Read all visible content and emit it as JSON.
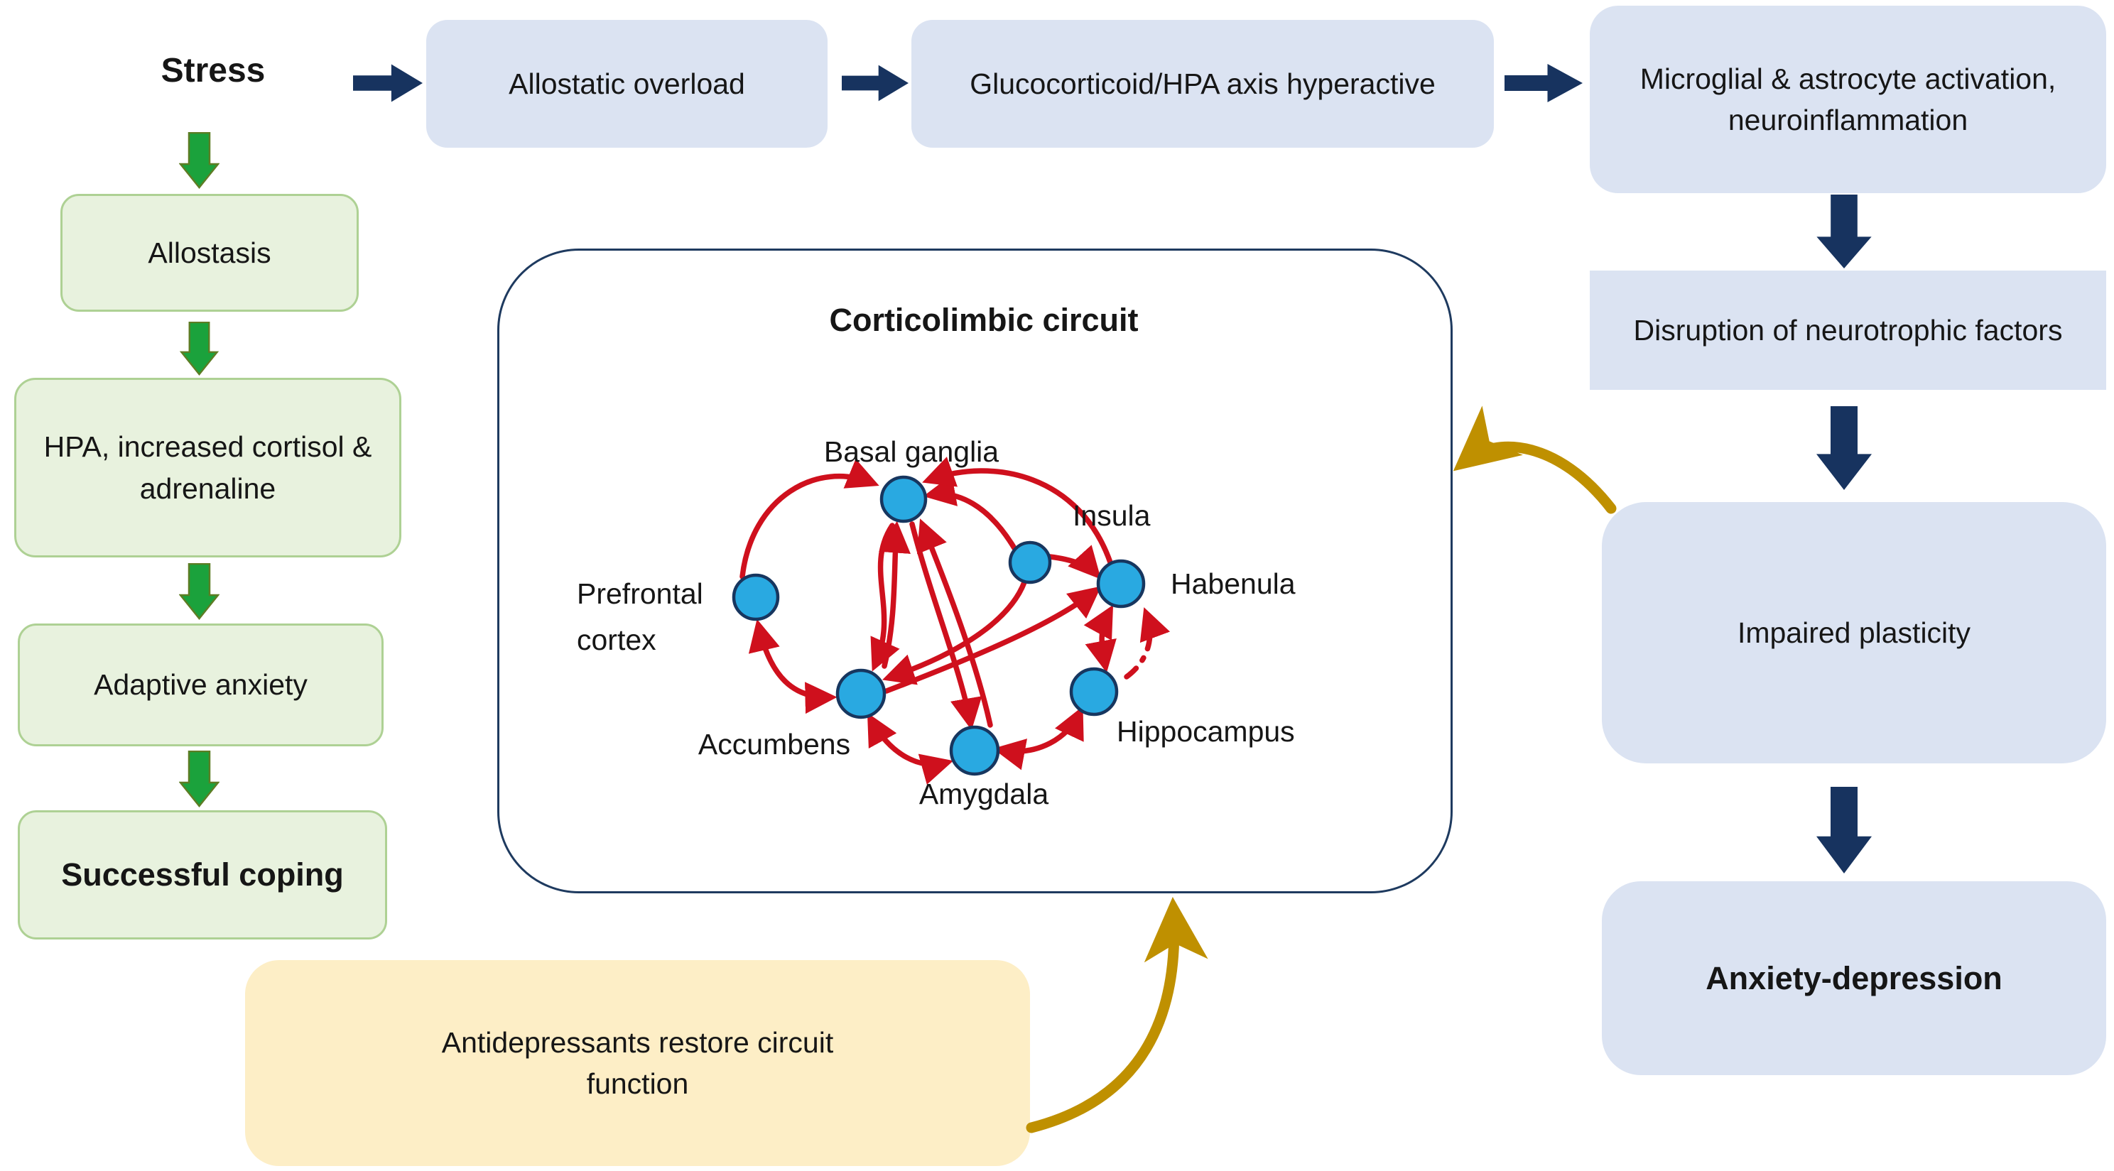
{
  "palette": {
    "box_blue": "#dbe3f2",
    "navy": "#17335f",
    "box_green_fill": "#e8f2de",
    "box_green_border": "#aed194",
    "green_arrow": "#1ba23c",
    "box_yellow": "#fdeec6",
    "gold": "#bf9000",
    "red": "#cf101d",
    "node_fill": "#29a9e1",
    "node_border": "#17365f",
    "circuit_border": "#1e3a5f"
  },
  "stress": {
    "label": "Stress"
  },
  "top_flow": {
    "boxes": [
      {
        "label": "Allostatic overload"
      },
      {
        "label": "Glucocorticoid/HPA axis hyperactive"
      },
      {
        "label": "Microglial & astrocyte activation, neuroinflammation"
      }
    ]
  },
  "left_flow": {
    "boxes": [
      {
        "label": "Allostasis"
      },
      {
        "label": "HPA, increased cortisol & adrenaline"
      },
      {
        "label": "Adaptive anxiety"
      },
      {
        "label": "Successful coping"
      }
    ]
  },
  "right_flow": {
    "boxes": [
      {
        "label": "Disruption of neurotrophic factors"
      },
      {
        "label": "Impaired plasticity"
      },
      {
        "label": "Anxiety-depression"
      }
    ]
  },
  "circuit": {
    "title": "Corticolimbic circuit",
    "nodes": {
      "basal_ganglia": "Basal ganglia",
      "insula": "Insula",
      "prefrontal_line1": "Prefrontal",
      "prefrontal_line2": "cortex",
      "habenula": "Habenula",
      "accumbens": "Accumbens",
      "hippocampus": "Hippocampus",
      "amygdala": "Amygdala"
    },
    "edges": [
      {
        "from": "prefrontal_cortex",
        "to": "basal_ganglia",
        "bidirectional": false,
        "style": "solid"
      },
      {
        "from": "prefrontal_cortex",
        "to": "accumbens",
        "bidirectional": true,
        "style": "solid"
      },
      {
        "from": "basal_ganglia",
        "to": "accumbens",
        "bidirectional": false,
        "style": "solid"
      },
      {
        "from": "accumbens",
        "to": "basal_ganglia",
        "bidirectional": false,
        "style": "solid"
      },
      {
        "from": "basal_ganglia",
        "to": "amygdala",
        "bidirectional": false,
        "style": "solid"
      },
      {
        "from": "amygdala",
        "to": "basal_ganglia",
        "bidirectional": false,
        "style": "solid"
      },
      {
        "from": "insula",
        "to": "basal_ganglia",
        "bidirectional": false,
        "style": "solid"
      },
      {
        "from": "habenula",
        "to": "basal_ganglia",
        "bidirectional": false,
        "style": "solid"
      },
      {
        "from": "insula",
        "to": "habenula",
        "bidirectional": false,
        "style": "solid"
      },
      {
        "from": "insula",
        "to": "accumbens",
        "bidirectional": false,
        "style": "solid"
      },
      {
        "from": "accumbens",
        "to": "habenula",
        "bidirectional": false,
        "style": "solid"
      },
      {
        "from": "accumbens",
        "to": "amygdala",
        "bidirectional": true,
        "style": "solid"
      },
      {
        "from": "amygdala",
        "to": "hippocampus",
        "bidirectional": true,
        "style": "solid"
      },
      {
        "from": "habenula",
        "to": "hippocampus",
        "bidirectional": true,
        "style": "solid"
      },
      {
        "from": "hippocampus",
        "to": "habenula",
        "bidirectional": false,
        "style": "dash-dot"
      }
    ]
  },
  "antidepressants": {
    "label": "Antidepressants restore circuit function"
  },
  "gold_arrows": [
    {
      "from": "impaired-plasticity-box",
      "to": "corticolimbic-circuit"
    },
    {
      "from": "antidepressants-box",
      "to": "corticolimbic-circuit"
    }
  ]
}
